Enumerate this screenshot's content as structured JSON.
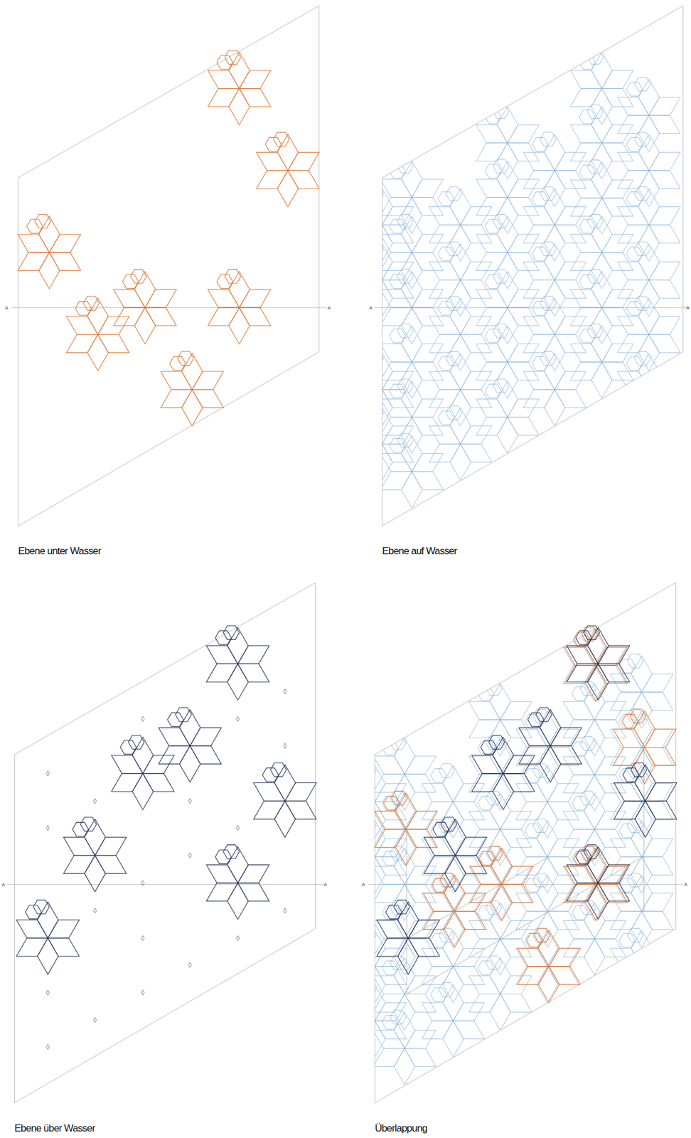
{
  "diagram": {
    "labels": [
      "Ebene unter Wasser",
      "A",
      "A",
      "Ebene auf Wasser",
      "A",
      "A",
      "Ebene über Wasser",
      "A",
      "A",
      "Überlappung",
      "A",
      "A"
    ]
  }
}
